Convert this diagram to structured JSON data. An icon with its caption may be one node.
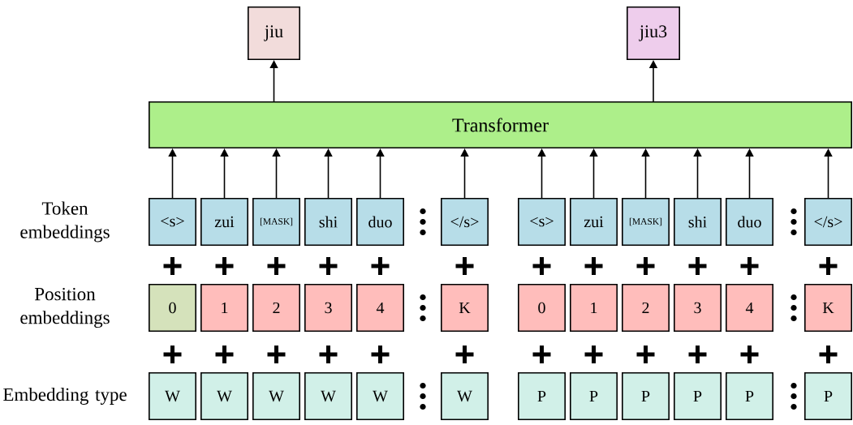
{
  "diagram": {
    "nodes": [
      {
        "text": [
          "jiu"
        ]
      },
      {
        "text": [
          "jiu3"
        ]
      },
      {
        "text": [
          "Transformer"
        ]
      },
      {
        "text": [
          "<s>"
        ]
      },
      {
        "text": [
          "zui"
        ]
      },
      {
        "text": [
          "[MASK]"
        ]
      },
      {
        "text": [
          "shi"
        ]
      },
      {
        "text": [
          "duo"
        ]
      },
      {
        "text": [
          "</s>"
        ]
      },
      {
        "text": [
          "<s>"
        ]
      },
      {
        "text": [
          "zui"
        ]
      },
      {
        "text": [
          "[MASK]"
        ]
      },
      {
        "text": [
          "shi"
        ]
      },
      {
        "text": [
          "duo"
        ]
      },
      {
        "text": [
          "</s>"
        ]
      },
      {
        "text": [
          "0"
        ]
      },
      {
        "text": [
          "1"
        ]
      },
      {
        "text": [
          "2"
        ]
      },
      {
        "text": [
          "3"
        ]
      },
      {
        "text": [
          "4"
        ]
      },
      {
        "text": [
          "K"
        ]
      },
      {
        "text": [
          "0"
        ]
      },
      {
        "text": [
          "1"
        ]
      },
      {
        "text": [
          "2"
        ]
      },
      {
        "text": [
          "3"
        ]
      },
      {
        "text": [
          "4"
        ]
      },
      {
        "text": [
          "K"
        ]
      },
      {
        "text": [
          "W"
        ]
      },
      {
        "text": [
          "W"
        ]
      },
      {
        "text": [
          "W"
        ]
      },
      {
        "text": [
          "W"
        ]
      },
      {
        "text": [
          "W"
        ]
      },
      {
        "text": [
          "W"
        ]
      },
      {
        "text": [
          "P"
        ]
      },
      {
        "text": [
          "P"
        ]
      },
      {
        "text": [
          "P"
        ]
      },
      {
        "text": [
          "P"
        ]
      },
      {
        "text": [
          "P"
        ]
      },
      {
        "text": [
          "P"
        ]
      }
    ],
    "edges": [
      {
        "from": 2,
        "to": 0,
        "arrow": "to"
      },
      {
        "from": 2,
        "to": 1,
        "arrow": "to"
      },
      {
        "from": 3,
        "to": 2,
        "arrow": "to"
      },
      {
        "from": 4,
        "to": 2,
        "arrow": "to"
      },
      {
        "from": 5,
        "to": 2,
        "arrow": "to"
      },
      {
        "from": 6,
        "to": 2,
        "arrow": "to"
      },
      {
        "from": 7,
        "to": 2,
        "arrow": "to"
      },
      {
        "from": 8,
        "to": 2,
        "arrow": "to"
      },
      {
        "from": 9,
        "to": 2,
        "arrow": "to"
      },
      {
        "from": 10,
        "to": 2,
        "arrow": "to"
      },
      {
        "from": 11,
        "to": 2,
        "arrow": "to"
      },
      {
        "from": 12,
        "to": 2,
        "arrow": "to"
      },
      {
        "from": 13,
        "to": 2,
        "arrow": "to"
      },
      {
        "from": 14,
        "to": 2,
        "arrow": "to"
      }
    ],
    "labels": [
      "Token embeddings",
      "Position embeddings",
      "Embedding type"
    ]
  }
}
